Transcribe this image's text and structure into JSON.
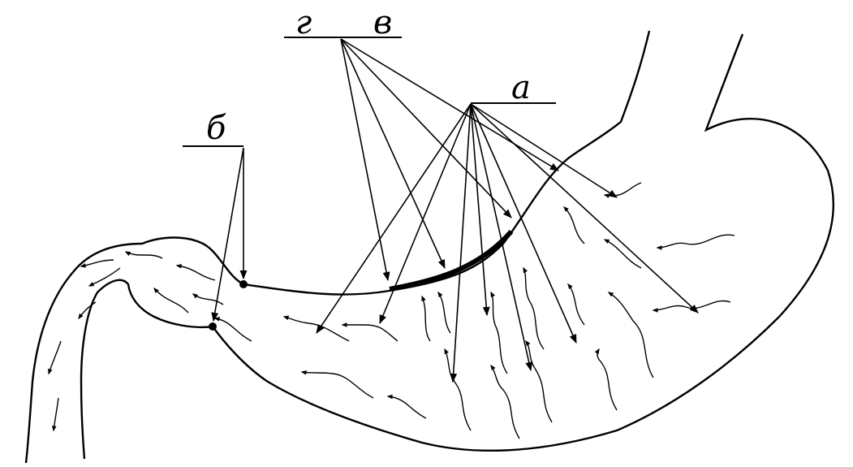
{
  "labels": {
    "g": "г",
    "v": "в",
    "a": "а",
    "b": "б"
  },
  "colors": {
    "ink": "#000000",
    "paper": "#ffffff"
  }
}
